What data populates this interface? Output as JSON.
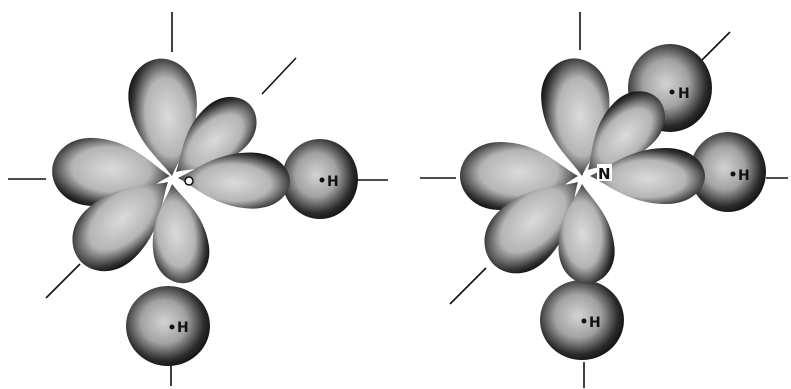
{
  "figure": {
    "left_panel": {
      "central_atom_label": "",
      "hydrogens": [
        {
          "label": "H"
        },
        {
          "label": "H"
        }
      ]
    },
    "right_panel": {
      "central_atom_label": "N",
      "hydrogens": [
        {
          "label": "H"
        },
        {
          "label": "H"
        },
        {
          "label": "H"
        }
      ]
    }
  },
  "colors": {
    "lobe_outer": "#101010",
    "lobe_inner": "#d8d8d8",
    "axis_line": "#111111",
    "background": "#ffffff"
  }
}
